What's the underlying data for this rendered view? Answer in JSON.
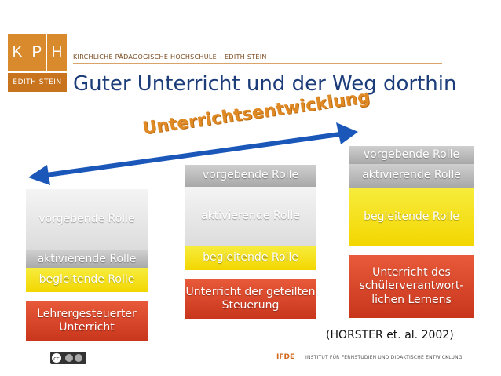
{
  "logo": {
    "letters": [
      "K",
      "P",
      "H"
    ],
    "subtitle": "EDITH STEIN"
  },
  "header": {
    "institution": "KIRCHLICHE PÄDAGOGISCHE HOCHSCHULE – EDITH STEIN",
    "title": "Guter Unterricht und der Weg dorthin"
  },
  "diagram": {
    "arrow_label": "Unterrichtsentwicklung",
    "columns": [
      {
        "roles": {
          "vorgebend": "vorgebende Rolle",
          "aktivierend": "aktivierende Rolle",
          "begleitend": "begleitende Rolle"
        },
        "caption": "Lehrergesteuerter Unterricht"
      },
      {
        "roles": {
          "vorgebend": "vorgebende Rolle",
          "aktivierend": "aktivierende Rolle",
          "begleitend": "begleitende Rolle"
        },
        "caption": "Unterricht der geteilten Steuerung"
      },
      {
        "roles": {
          "vorgebend": "vorgebende Rolle",
          "aktivierend": "aktivierende Rolle",
          "begleitend": "begleitende Rolle"
        },
        "caption": "Unterricht des schülerverantwort-lichen Lernens"
      }
    ]
  },
  "source": "(HORSTER et. al. 2002)",
  "footer": {
    "ifde": "IFDE",
    "institute": "INSTITUT FÜR FERNSTUDIEN UND DIDAKTISCHE ENTWICKLUNG",
    "license_icon": "creative-commons-badge"
  },
  "colors": {
    "orange": "#d98a2c",
    "title_blue": "#1d3d7a",
    "yellow": "#f2d600",
    "red": "#d8452a",
    "arrow_blue": "#1a57b8"
  }
}
